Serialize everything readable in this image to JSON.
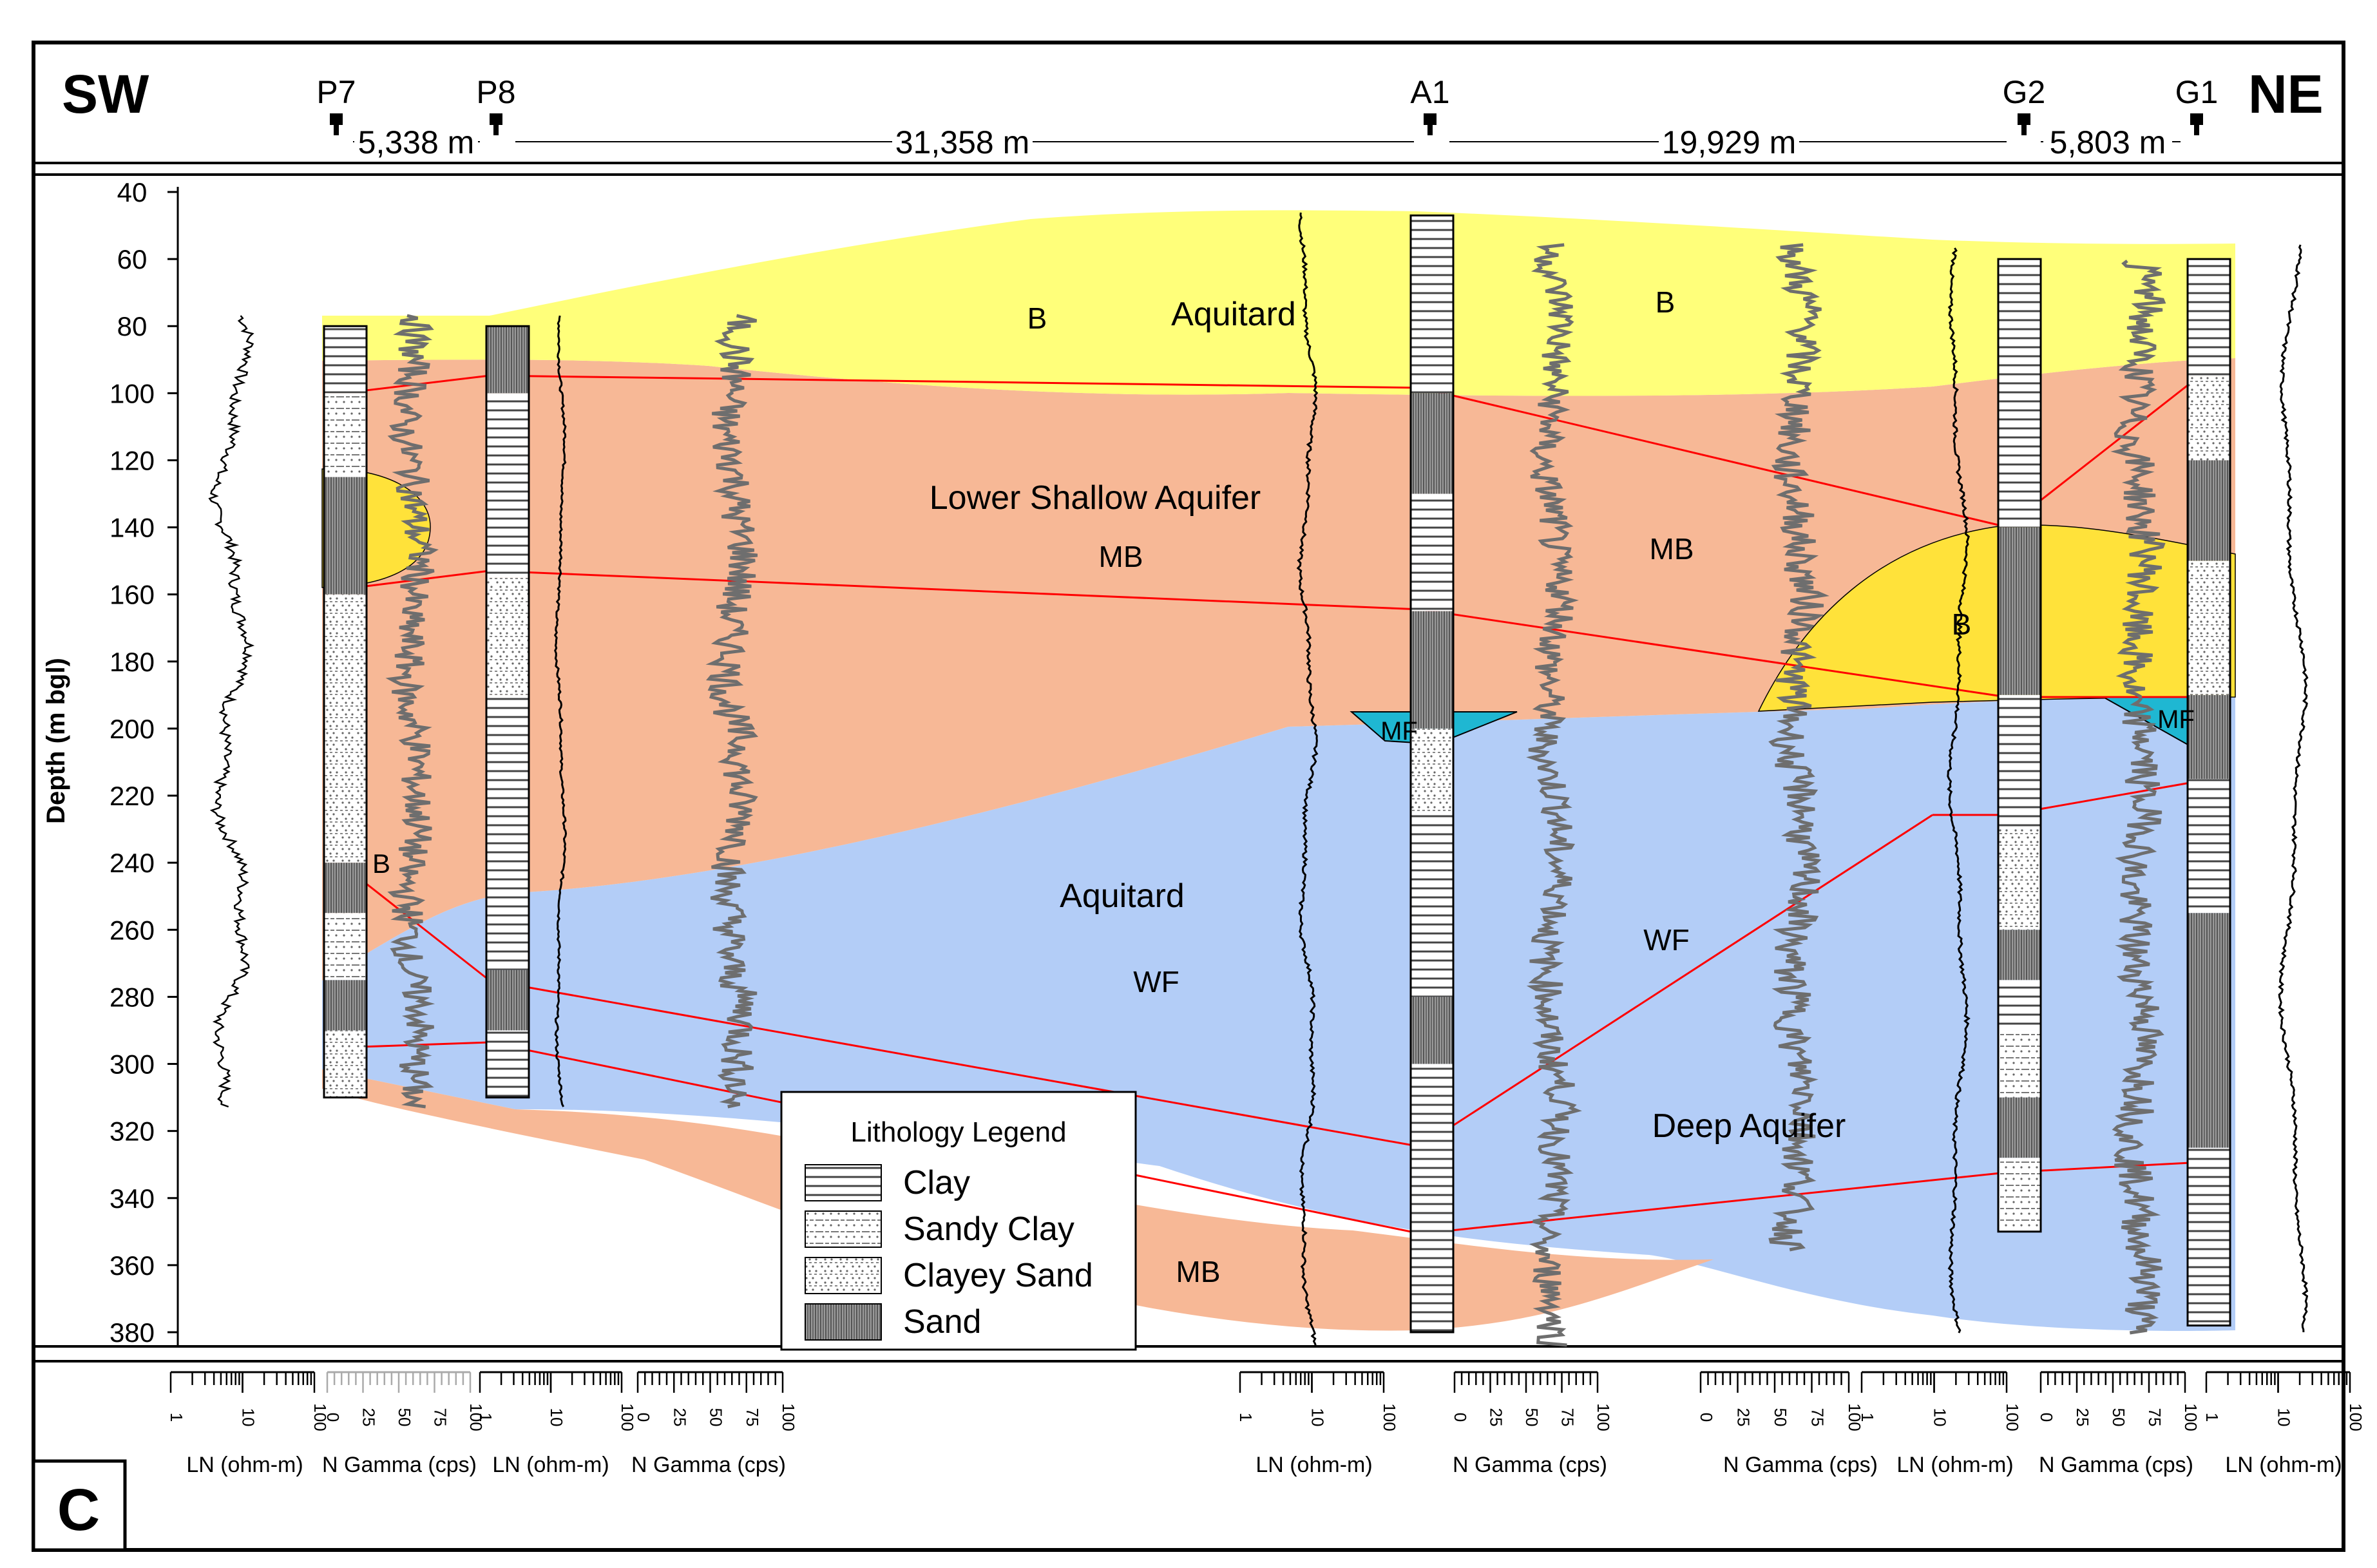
{
  "panel_letter": "C",
  "direction": {
    "left": "SW",
    "right": "NE"
  },
  "wells": [
    {
      "name": "P7"
    },
    {
      "name": "P8"
    },
    {
      "name": "A1"
    },
    {
      "name": "G2"
    },
    {
      "name": "G1"
    }
  ],
  "distances": [
    "5,338 m",
    "31,358 m",
    "19,929 m",
    "5,803 m"
  ],
  "depth_axis": {
    "label": "Depth (m bgl)",
    "range": [
      40,
      380
    ],
    "ticks": [
      40,
      60,
      80,
      100,
      120,
      140,
      160,
      180,
      200,
      220,
      240,
      260,
      280,
      300,
      320,
      340,
      360,
      380
    ]
  },
  "units": [
    {
      "id": "aquitard_top",
      "label": "Aquitard",
      "color": "#ffff7a"
    },
    {
      "id": "lower_shallow_aquifer",
      "label": "Lower Shallow Aquifer",
      "color": "#f7b896"
    },
    {
      "id": "aquitard_mid",
      "label": "Aquitard",
      "color": "#b3cdf7"
    },
    {
      "id": "deep_aquifer",
      "label": "Deep Aquifer",
      "color": "#b3cdf7"
    },
    {
      "id": "b_lens",
      "label": "B",
      "color": "#ffe23a"
    },
    {
      "id": "mf_lens",
      "label": "MF",
      "color": "#1fb7d2"
    }
  ],
  "formation_labels": {
    "b": "B",
    "mb": "MB",
    "wf": "WF",
    "mf": "MF"
  },
  "legend": {
    "title": "Lithology Legend",
    "items": [
      {
        "label": "Clay",
        "pattern": "clay"
      },
      {
        "label": "Sandy Clay",
        "pattern": "sandy-clay"
      },
      {
        "label": "Clayey Sand",
        "pattern": "clayey-sand"
      },
      {
        "label": "Sand",
        "pattern": "sand"
      }
    ]
  },
  "bottom_scales": {
    "ln_label": "LN (ohm-m)",
    "gamma_label": "N Gamma (cps)",
    "ln_ticks": [
      "1",
      "10",
      "100"
    ],
    "gamma_ticks": [
      "0",
      "25",
      "50",
      "75",
      "100"
    ]
  },
  "colors": {
    "correlation_line": "#ff0000",
    "gamma_log": "#6e6e6e",
    "border": "#000000"
  }
}
